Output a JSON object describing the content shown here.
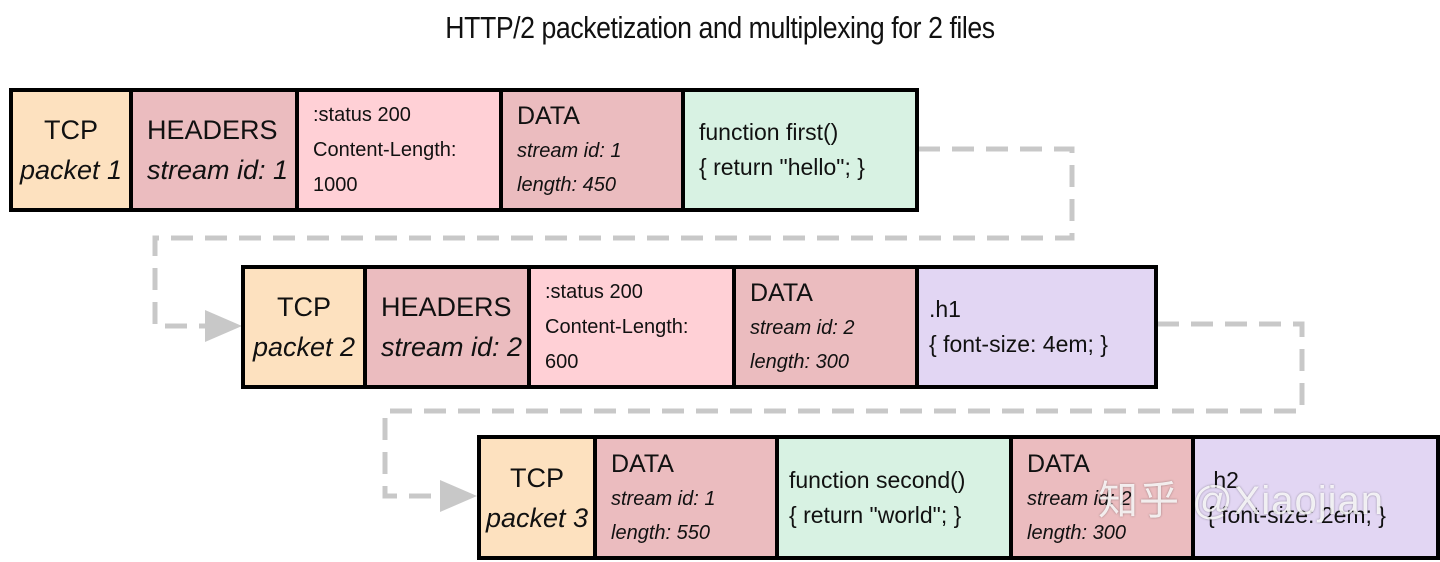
{
  "title": "HTTP/2 packetization and multiplexing for 2 files",
  "watermark": "知乎 @Xiaojian",
  "colors": {
    "tcp": "#fde1bf",
    "headers": "#ebbcbf",
    "headers_payload": "#ffd0d6",
    "data": "#ebbcbf",
    "js_payload": "#d8f2e3",
    "css_payload": "#e2d6f3",
    "connector": "#c8c8c8"
  },
  "packets": [
    {
      "tcp": {
        "line1": "TCP",
        "line2": "packet 1"
      },
      "headers": {
        "label": "HEADERS",
        "stream": "stream id: 1"
      },
      "headers_payload": {
        "line1": ":status 200",
        "line2": "Content-Length:",
        "line3": "1000"
      },
      "data": {
        "label": "DATA",
        "stream": "stream id: 1",
        "length": "length: 450"
      },
      "payload": {
        "line1": "function first()",
        "line2": "{ return \"hello\"; }"
      }
    },
    {
      "tcp": {
        "line1": "TCP",
        "line2": "packet 2"
      },
      "headers": {
        "label": "HEADERS",
        "stream": "stream id: 2"
      },
      "headers_payload": {
        "line1": ":status 200",
        "line2": "Content-Length:",
        "line3": "600"
      },
      "data": {
        "label": "DATA",
        "stream": "stream id: 2",
        "length": "length: 300"
      },
      "payload": {
        "line1": ".h1",
        "line2": "{ font-size: 4em; }"
      }
    },
    {
      "tcp": {
        "line1": "TCP",
        "line2": "packet 3"
      },
      "data1": {
        "label": "DATA",
        "stream": "stream id: 1",
        "length": "length: 550"
      },
      "payload1": {
        "line1": "function second()",
        "line2": "{ return \"world\"; }"
      },
      "data2": {
        "label": "DATA",
        "stream": "stream id: 2",
        "length": "length: 300"
      },
      "payload2": {
        "line1": ".h2",
        "line2": "{ font-size: 2em; }"
      }
    }
  ]
}
